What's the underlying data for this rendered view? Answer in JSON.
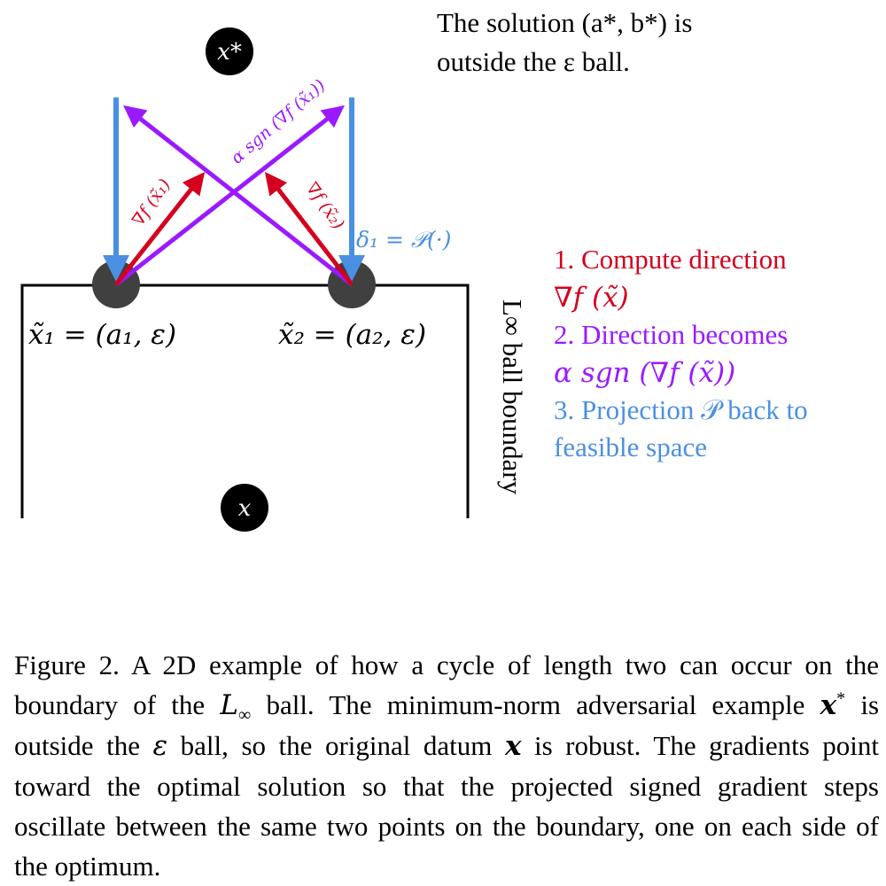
{
  "figure": {
    "note": {
      "line1": "The solution (a*, b*) is",
      "line2": "outside the ε ball."
    },
    "points": {
      "x_star": "x*",
      "x": "x",
      "x1_label": "x̃₁ = (a₁, ε)",
      "x2_label": "x̃₂ = (a₂, ε)"
    },
    "arrows": {
      "grad1": "∇f (x̃₁)",
      "grad2": "∇f (x̃₂)",
      "sign": "α sgn (∇f (x̃₁))",
      "proj": "δ₁ = 𝒫(·)"
    },
    "boundary_label": "L∞ ball boundary",
    "legend": {
      "step1_line1": "1.   Compute  direction",
      "step1_line2": "∇f (x̃)",
      "step2_line1": "2.   Direction  becomes",
      "step2_line2": "α sgn (∇f (x̃))",
      "step3_line1": "3. Projection 𝒫 back to",
      "step3_line2": "feasible space"
    },
    "colors": {
      "red": "#d4001e",
      "purple": "#9a1aff",
      "blue": "#4a90e2",
      "dark_point": "#404040",
      "black": "#000000"
    }
  },
  "caption": {
    "p1": "Figure 2.  A 2D example of how a cycle of length two can occur on the boundary of the ",
    "p1_math": "L",
    "p1_sub": "∞",
    "p2": " ball.  The minimum-norm adversarial example ",
    "p2_math": "x",
    "p2_sup": "*",
    "p3": " is outside the ",
    "p3_math": "ε",
    "p4": " ball, so the original datum ",
    "p4_math": "x",
    "p5": " is robust. The gradients point toward the optimal solution so that the projected signed gradient steps oscillate between the same two points on the boundary, one on each side of the optimum."
  }
}
